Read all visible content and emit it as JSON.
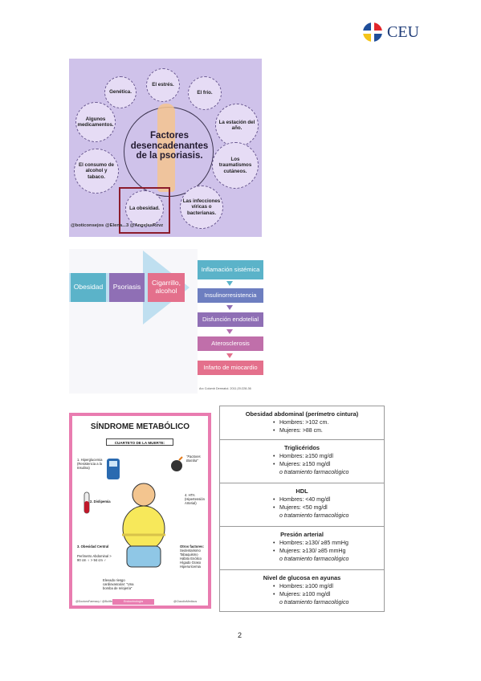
{
  "logo": {
    "text": "CEU"
  },
  "infographic": {
    "title": "Factores desencadenantes de la psoriasis.",
    "factors": [
      "Genética.",
      "El estrés.",
      "El frío.",
      "Algunos medicamentos.",
      "La estación del año.",
      "El consumo de alcohol y tabaco.",
      "Los traumatismos cutáneos.",
      "La obesidad.",
      "Las infecciones víricas o bacterianas."
    ],
    "credit": "@boticonsejos @Elena...3 @AngelesRzvz"
  },
  "diagram": {
    "left": [
      "Obesidad",
      "Psoriasis",
      "Cigarrillo, alcohol"
    ],
    "chain": [
      "Inflamación sistémica",
      "Insulinorresistencia",
      "Disfunción endotelial",
      "Aterosclerosis",
      "Infarto de miocardio"
    ],
    "reference": "Arc Colomb Dermatol. 2011;20:228-36",
    "colors": {
      "obesidad": "#5bb3c9",
      "psoriasis": "#8f6fb5",
      "cigarrillo": "#e4708c",
      "arrow": "#bfdff0"
    }
  },
  "poster": {
    "title": "SÍNDROME METABÓLICO",
    "subtitle": "CUARTETO DE LA MUERTE:",
    "items": [
      "1. Hiperglucemia (Resistencia a la Insulina)",
      "2. Dislipemia",
      "3. Obesidad Central",
      "4. HTA (Hipertensión Arterial)"
    ],
    "perimetro": [
      "Perímetro Abdominal",
      "> 90 cm ♀",
      "> 94 cm ♂"
    ],
    "otros_title": "Otros factores:",
    "otros": [
      "Sedentarismo",
      "Tabaquismo",
      "Hábito Enólico",
      "Hígado Graso",
      "Hiperuricemia"
    ],
    "note": "Elevado riesgo cardiovascular: \"Una bomba de relojería\"",
    "bomb_note": "\"Factores Bomba\"",
    "footer": [
      "@DoctorsFarmacy / @Bulifem",
      "Endocrinología",
      "@ClaudioMedicus"
    ]
  },
  "criteria": [
    {
      "title": "Obesidad abdominal (perímetro cintura)",
      "lines": [
        "Hombres: >102 cm.",
        "Mujeres: >88 cm."
      ],
      "note": ""
    },
    {
      "title": "Triglicéridos",
      "lines": [
        "Hombres: ≥150 mg/dl",
        "Mujeres: ≥150 mg/dl"
      ],
      "note": "o tratamiento farmacológico"
    },
    {
      "title": "HDL",
      "lines": [
        "Hombres: <40 mg/dl",
        "Mujeres: <50 mg/dl"
      ],
      "note": "o tratamiento farmacológico"
    },
    {
      "title": "Presión arterial",
      "lines": [
        "Hombres: ≥130/ ≥85 mmHg",
        "Mujeres: ≥130/ ≥85 mmHg"
      ],
      "note": "o tratamiento farmacológico"
    },
    {
      "title": "Nivel de glucosa en ayunas",
      "lines": [
        "Hombres: ≥100 mg/dl",
        "Mujeres: ≥100 mg/dl"
      ],
      "note": "o tratamiento farmacológico"
    }
  ],
  "page_number": "2"
}
